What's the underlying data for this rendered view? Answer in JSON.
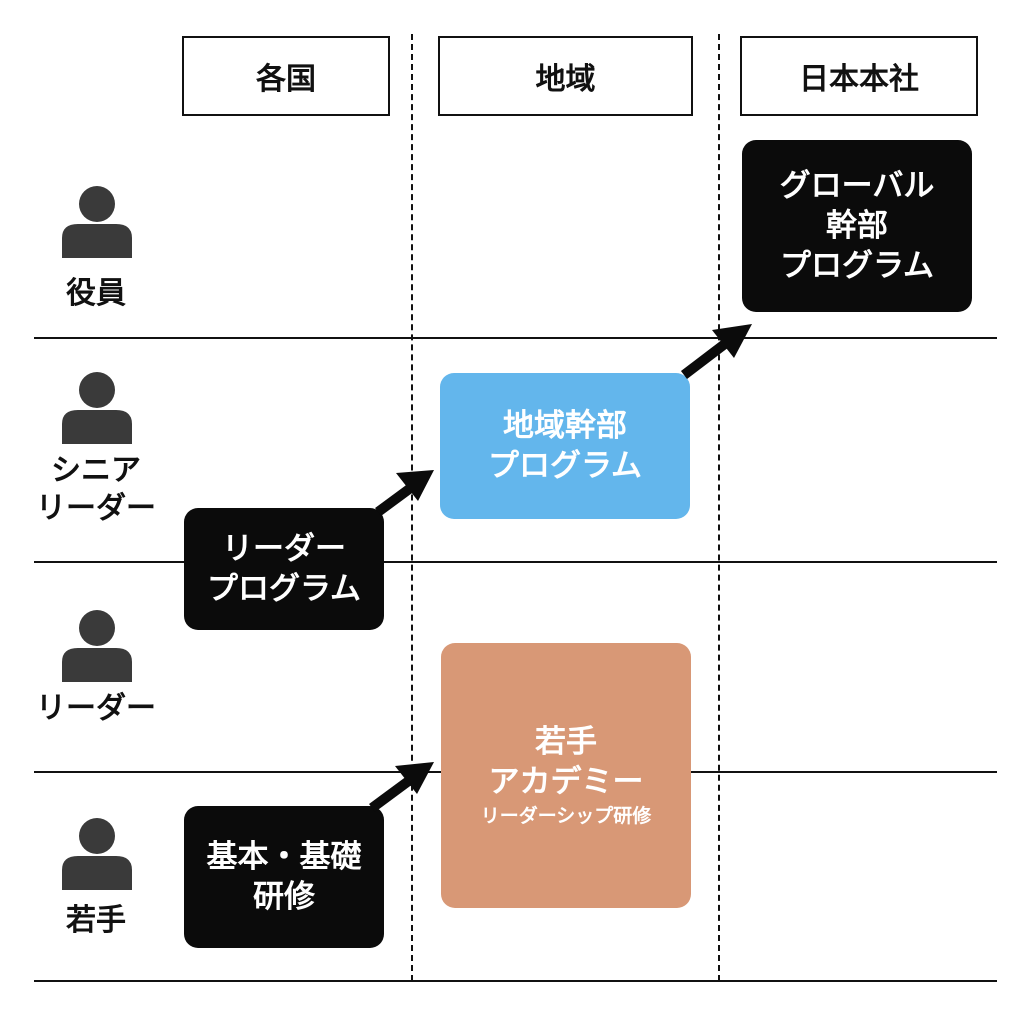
{
  "columns": [
    "各国",
    "地域",
    "日本本社"
  ],
  "roles": {
    "executive": [
      "役員"
    ],
    "senior_leader": [
      "シニア",
      "リーダー"
    ],
    "leader": [
      "リーダー"
    ],
    "young": [
      "若手"
    ]
  },
  "programs": {
    "global": [
      "グローバル",
      "幹部",
      "プログラム"
    ],
    "regional": [
      "地域幹部",
      "プログラム"
    ],
    "leader": [
      "リーダー",
      "プログラム"
    ],
    "academy": {
      "lines": [
        "若手",
        "アカデミー"
      ],
      "sub": "リーダーシップ研修"
    },
    "basic": [
      "基本・基礎",
      "研修"
    ]
  },
  "colors": {
    "dark_box": "#0b0b0b",
    "regional_box": "#63b6ec",
    "academy_box": "#d89876",
    "line": "#111111"
  },
  "icons": {
    "person": "person-icon",
    "arrow": "arrow-icon"
  }
}
